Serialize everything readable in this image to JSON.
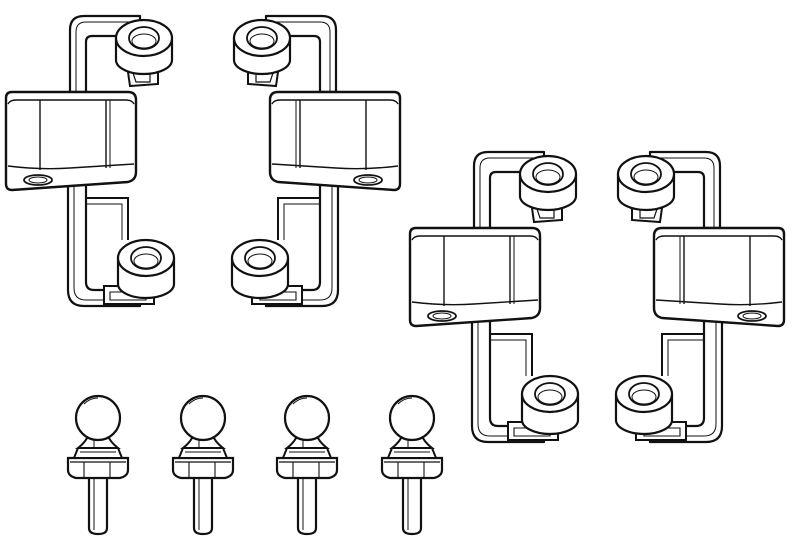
{
  "drawing": {
    "style": "technical line drawing",
    "line_color": "#111111",
    "fill_color": "#ffffff",
    "background": "#ffffff"
  },
  "parts": {
    "brackets": [
      {
        "name": "upper-left-bracket",
        "orientation": "left"
      },
      {
        "name": "upper-right-bracket",
        "orientation": "right"
      },
      {
        "name": "lower-left-bracket",
        "orientation": "left"
      },
      {
        "name": "lower-right-bracket",
        "orientation": "right"
      }
    ],
    "ball_studs": [
      {
        "name": "ball-stud-1"
      },
      {
        "name": "ball-stud-2"
      },
      {
        "name": "ball-stud-3"
      },
      {
        "name": "ball-stud-4"
      }
    ]
  }
}
